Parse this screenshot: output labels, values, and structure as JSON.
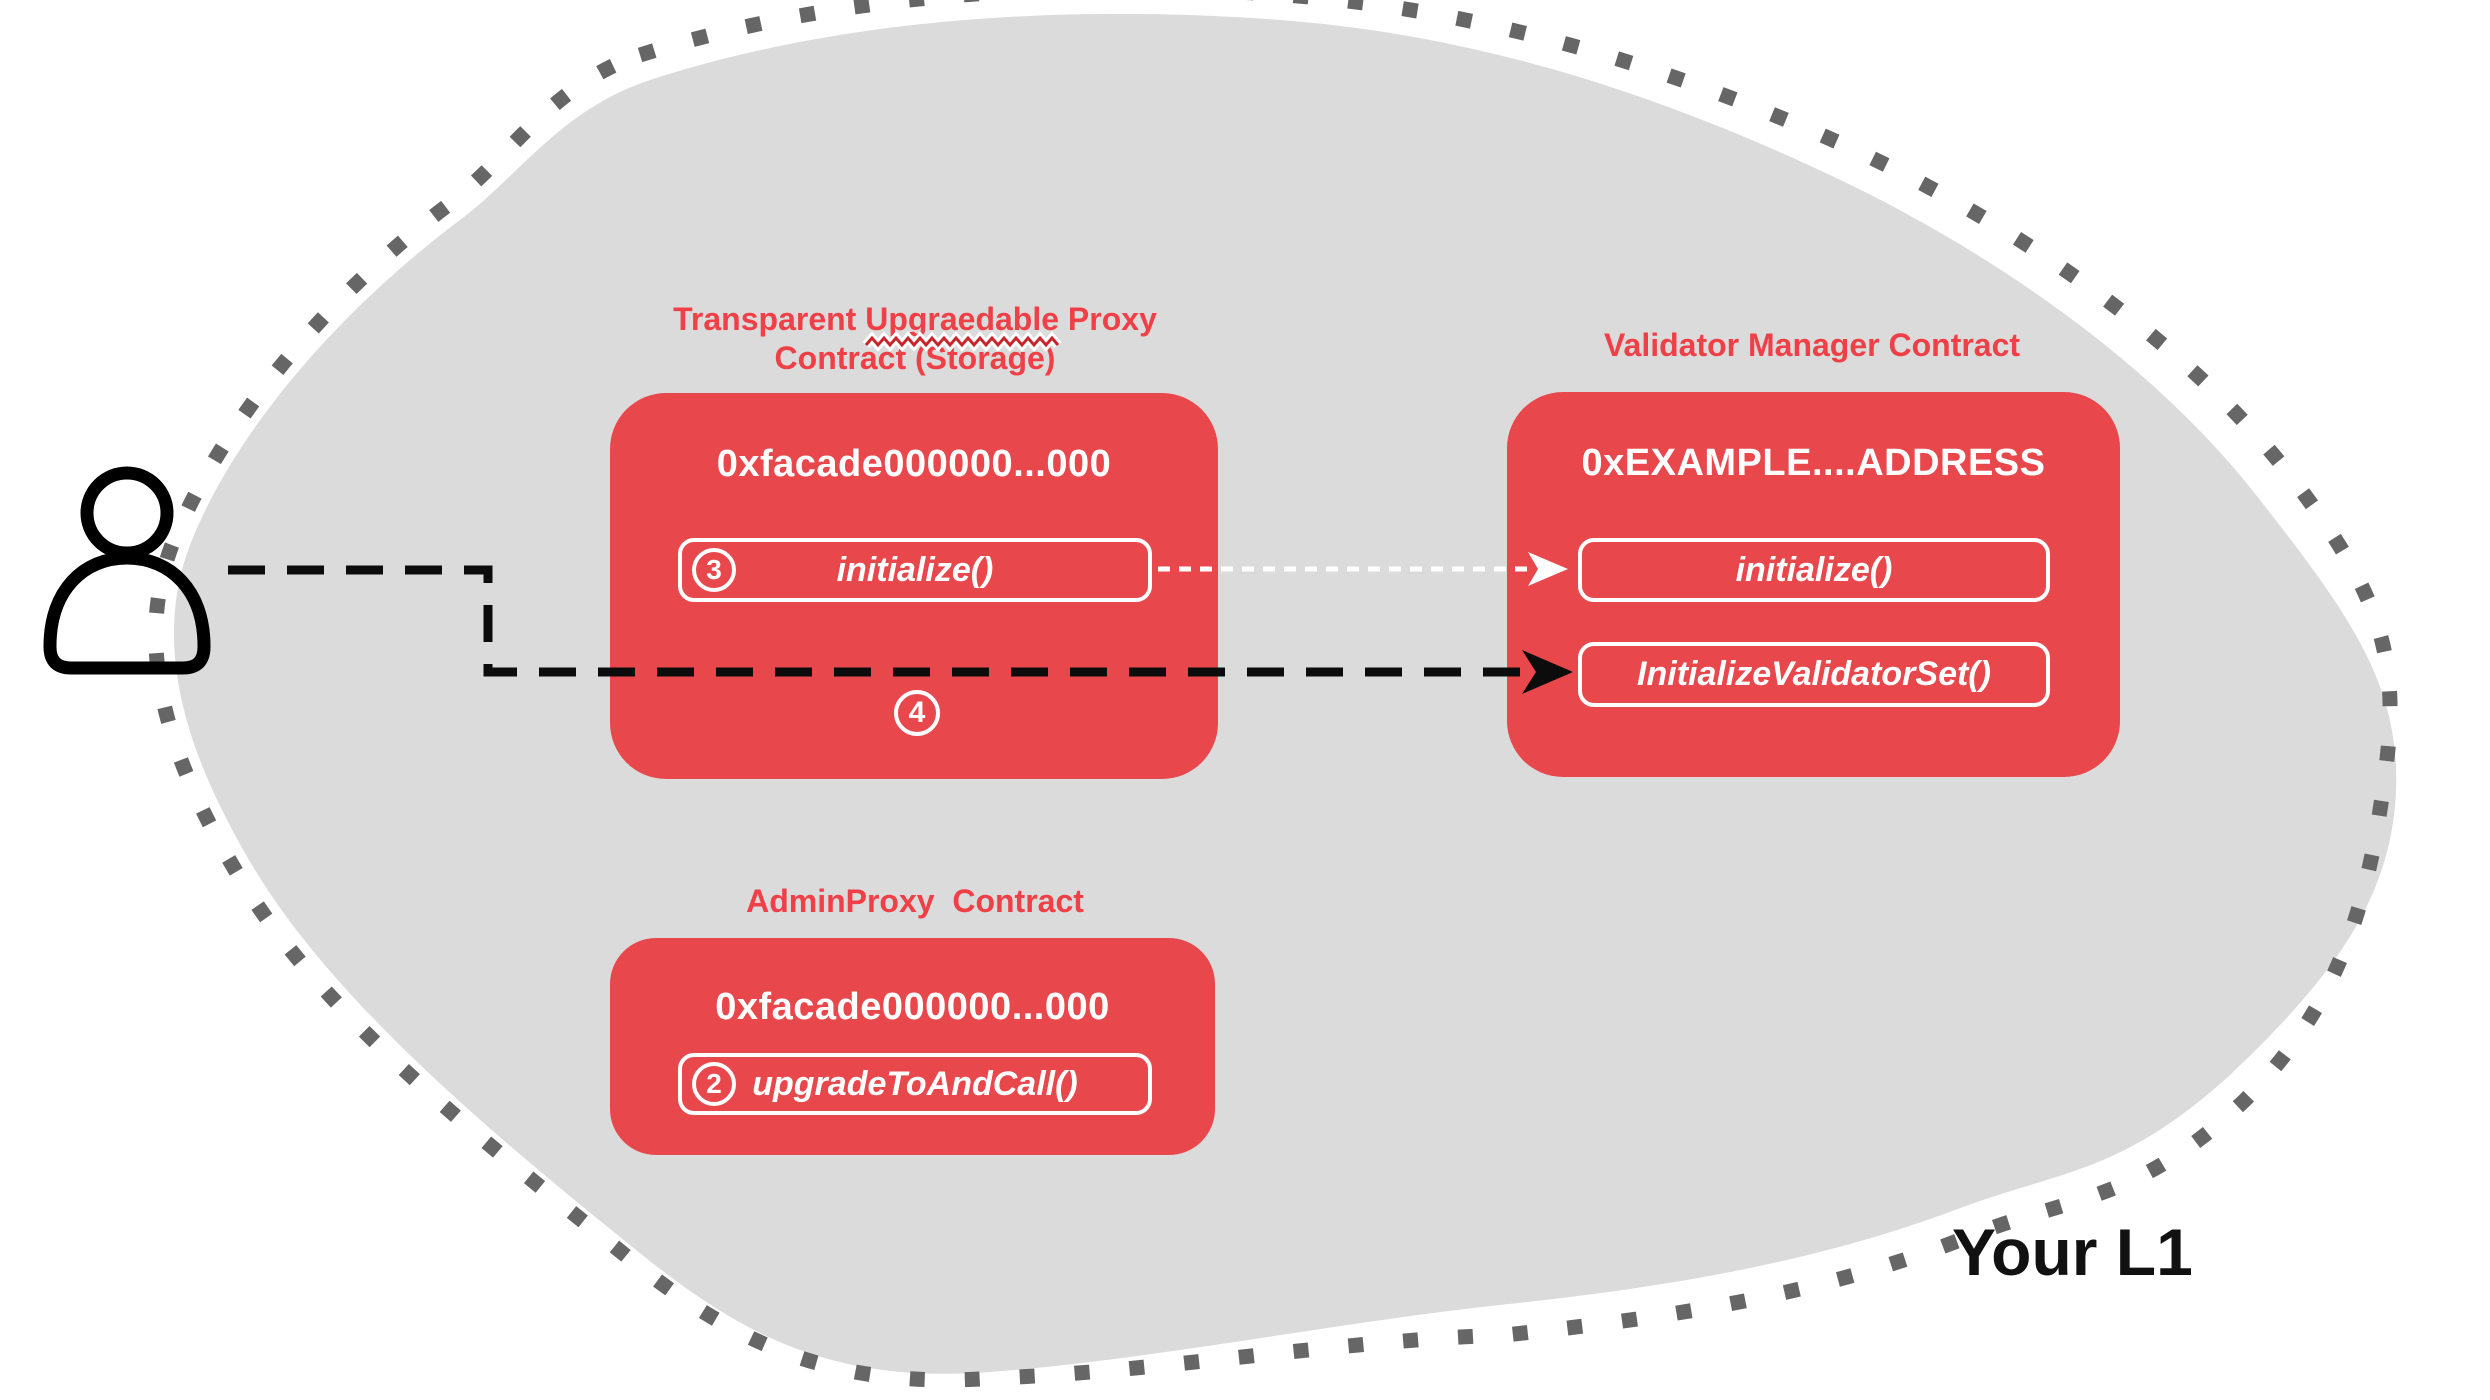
{
  "diagram": {
    "region_label": "Your L1",
    "icons": {
      "actor": "person-icon"
    },
    "proxy": {
      "title_line1": "Transparent Upgraedable Proxy",
      "title_line2": "Contract (Storage)",
      "address": "0xfacade000000...000",
      "method_step": "3",
      "method_label": "initialize()",
      "annotation_step": "4"
    },
    "validator": {
      "title": "Validator Manager Contract",
      "address": "0xEXAMPLE....ADDRESS",
      "method1_label": "initialize()",
      "method2_label": "InitializeValidatorSet()"
    },
    "admin": {
      "title": "AdminProxy  Contract",
      "address": "0xfacade000000...000",
      "method_step": "2",
      "method_label": "upgradeToAndCall()"
    },
    "colors": {
      "box_red": "#e8474b",
      "title_red": "#ee4046",
      "blob_gray": "#dbdbdb",
      "dot_gray": "#666666",
      "text_black": "#111111"
    }
  }
}
